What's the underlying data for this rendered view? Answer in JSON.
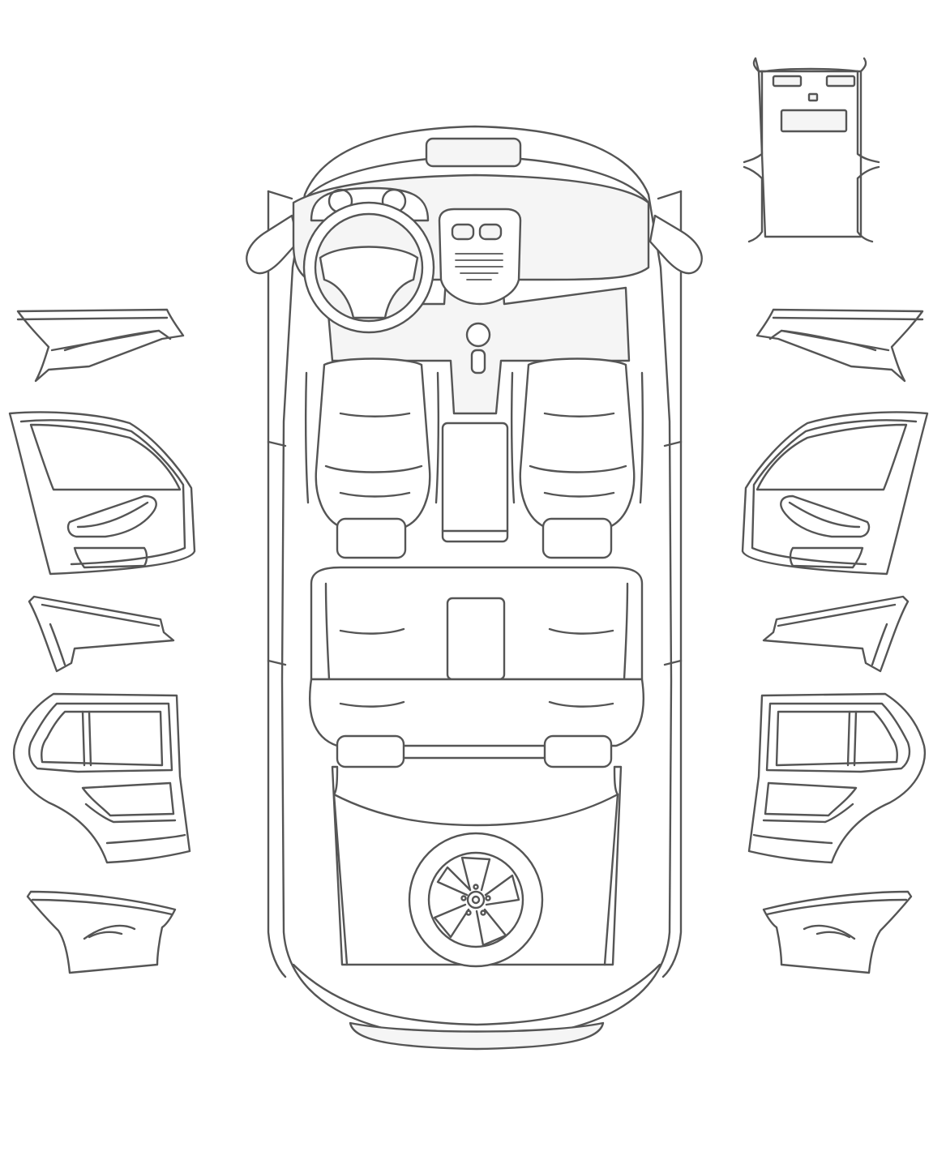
{
  "colors": {
    "background": "#ffffff",
    "line": "#555555",
    "panel_fill": "#f5f5f5"
  },
  "diagram": {
    "subject": "car-interior-top-view-with-trim-panels",
    "parts": [
      "car-body-top-view",
      "dashboard",
      "steering-wheel",
      "center-console",
      "front-left-seat",
      "front-right-seat",
      "rear-bench-seat",
      "trunk-with-spare-wheel",
      "roof-headliner-panel",
      "left-a-pillar-trim",
      "left-front-door-panel",
      "left-b-pillar-trim",
      "left-rear-door-panel",
      "left-c-pillar-trim",
      "right-a-pillar-trim",
      "right-front-door-panel",
      "right-b-pillar-trim",
      "right-rear-door-panel",
      "right-c-pillar-trim"
    ]
  }
}
